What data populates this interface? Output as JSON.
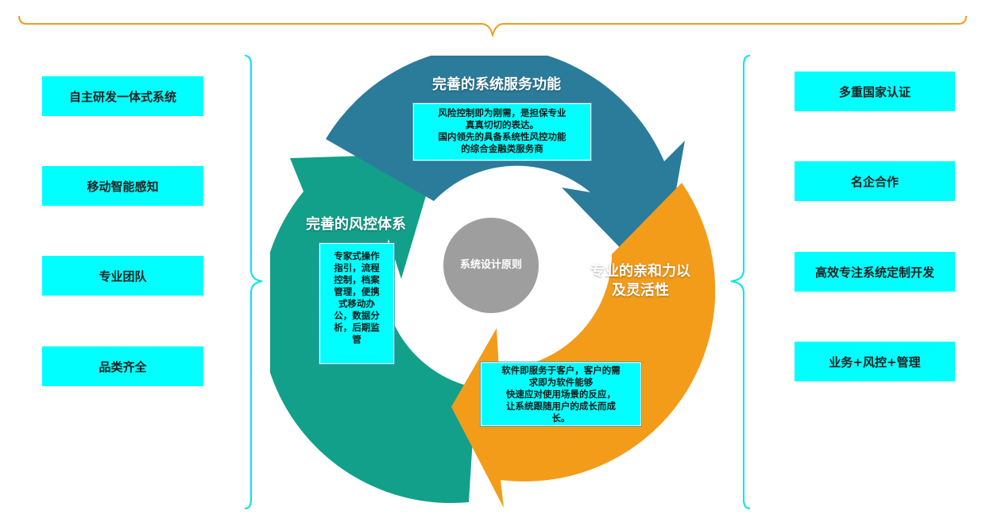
{
  "left_items": [
    "自主研发一体式系统",
    "移动智能感知",
    "专业团队",
    "品类齐全"
  ],
  "right_items": [
    "多重国家认证",
    "名企合作",
    "高效专注系统定制开发",
    "业务+风控+管理"
  ],
  "center_label": "系统设计原则",
  "segments": {
    "top": {
      "title": "完善的系统服务功能",
      "text": "风险控制即为刚需，是担保专业\n真真切切的表达。\n国内领先的具备系统性风控功能\n的综合金融类服务商"
    },
    "left": {
      "title": "完善的风控体系",
      "text": "专家式操作\n指引，流程\n控制，档案\n管理，便携\n式移动办\n公，数据分\n析，后期监\n管"
    },
    "right": {
      "title": "专业的亲和力以\n及灵活性",
      "text": "软件即服务于客户，客户的需\n求即为软件能够\n快速应对使用场景的反应，\n让系统跟随用户的成长而成\n长。"
    }
  },
  "colors": {
    "top_arrow": "#2b7b9b",
    "left_arrow": "#12a08a",
    "right_arrow": "#f39c1a",
    "center": "#9e9e9e",
    "card": "#00ffff",
    "brace_top": "#f39c1a",
    "brace_side": "#00ffff"
  }
}
